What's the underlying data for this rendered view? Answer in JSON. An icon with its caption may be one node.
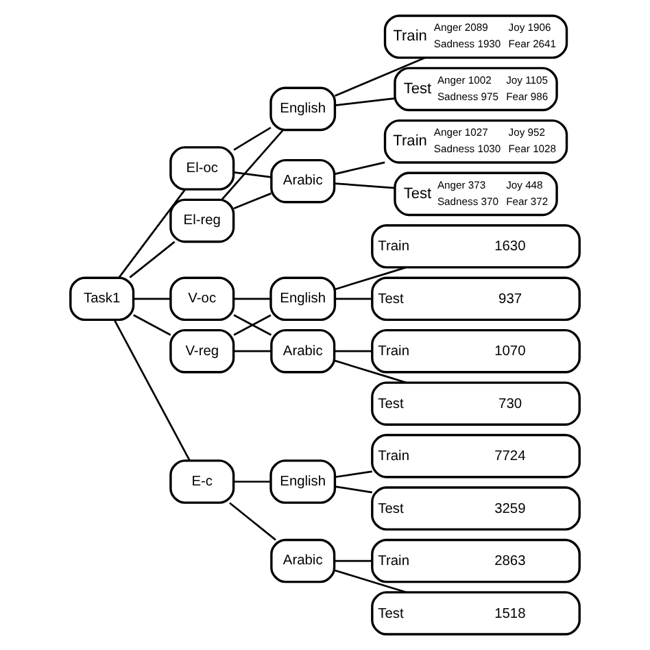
{
  "diagram": {
    "nodes": [
      {
        "text": [
          "Task1"
        ]
      },
      {
        "text": [
          "El-reg"
        ]
      },
      {
        "text": [
          "El-oc"
        ]
      },
      {
        "text": [
          "English"
        ]
      },
      {
        "text": [
          "Arabic"
        ]
      },
      {
        "text": [
          "Train",
          "Anger 2089",
          "Joy 1906",
          "Sadness 1930",
          "Fear 2641"
        ]
      },
      {
        "text": [
          "Test",
          "Anger 1002",
          "Joy 1105",
          "Sadness 975",
          "Fear 986"
        ]
      },
      {
        "text": [
          "Train",
          "Anger 1027",
          "Joy 952",
          "Sadness 1030",
          "Fear 1028"
        ]
      },
      {
        "text": [
          "Test",
          "Anger 373",
          "Joy 448",
          "Sadness 370",
          "Fear 372"
        ]
      },
      {
        "text": [
          "V-reg"
        ]
      },
      {
        "text": [
          "V-oc"
        ]
      },
      {
        "text": [
          "English"
        ]
      },
      {
        "text": [
          "Arabic"
        ]
      },
      {
        "text": [
          "Train",
          "1630"
        ]
      },
      {
        "text": [
          "Test",
          "937"
        ]
      },
      {
        "text": [
          "Train",
          "1070"
        ]
      },
      {
        "text": [
          "Test",
          "730"
        ]
      },
      {
        "text": [
          "E-c"
        ]
      },
      {
        "text": [
          "English"
        ]
      },
      {
        "text": [
          "Arabic"
        ]
      },
      {
        "text": [
          "Train",
          "7724"
        ]
      },
      {
        "text": [
          "Test",
          "3259"
        ]
      },
      {
        "text": [
          "Train",
          "2863"
        ]
      },
      {
        "text": [
          "Test",
          "1518"
        ]
      }
    ],
    "edges": [
      {
        "from": 0,
        "to": 1,
        "arrow": "none"
      },
      {
        "from": 0,
        "to": 2,
        "arrow": "none"
      },
      {
        "from": 0,
        "to": 9,
        "arrow": "none"
      },
      {
        "from": 0,
        "to": 10,
        "arrow": "none"
      },
      {
        "from": 0,
        "to": 17,
        "arrow": "none"
      },
      {
        "from": 1,
        "to": 3,
        "arrow": "none"
      },
      {
        "from": 1,
        "to": 4,
        "arrow": "none"
      },
      {
        "from": 2,
        "to": 3,
        "arrow": "none"
      },
      {
        "from": 2,
        "to": 4,
        "arrow": "none"
      },
      {
        "from": 3,
        "to": 5,
        "arrow": "none"
      },
      {
        "from": 3,
        "to": 6,
        "arrow": "none"
      },
      {
        "from": 4,
        "to": 7,
        "arrow": "none"
      },
      {
        "from": 4,
        "to": 8,
        "arrow": "none"
      },
      {
        "from": 9,
        "to": 11,
        "arrow": "none"
      },
      {
        "from": 9,
        "to": 12,
        "arrow": "none"
      },
      {
        "from": 10,
        "to": 11,
        "arrow": "none"
      },
      {
        "from": 10,
        "to": 12,
        "arrow": "none"
      },
      {
        "from": 11,
        "to": 13,
        "arrow": "none"
      },
      {
        "from": 11,
        "to": 14,
        "arrow": "none"
      },
      {
        "from": 12,
        "to": 15,
        "arrow": "none"
      },
      {
        "from": 12,
        "to": 16,
        "arrow": "none"
      },
      {
        "from": 17,
        "to": 18,
        "arrow": "none"
      },
      {
        "from": 17,
        "to": 19,
        "arrow": "none"
      },
      {
        "from": 18,
        "to": 20,
        "arrow": "none"
      },
      {
        "from": 18,
        "to": 21,
        "arrow": "none"
      },
      {
        "from": 19,
        "to": 22,
        "arrow": "none"
      },
      {
        "from": 19,
        "to": 23,
        "arrow": "none"
      }
    ]
  }
}
